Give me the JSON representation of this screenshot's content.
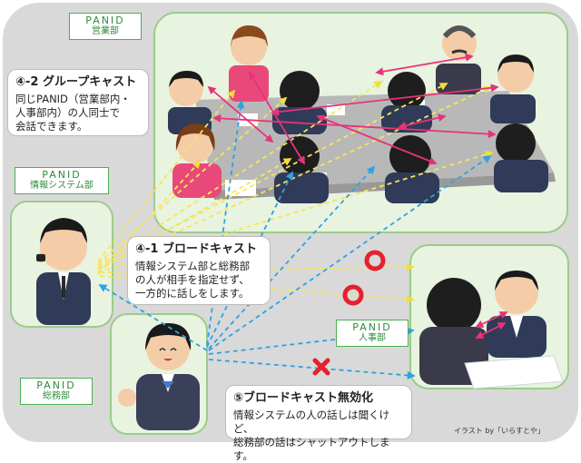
{
  "tags": {
    "sales": {
      "line1": "PANID",
      "line2": "営業部"
    },
    "info": {
      "line1": "PANID",
      "line2": "情報システム部"
    },
    "hr": {
      "line1": "PANID",
      "line2": "人事部"
    },
    "general": {
      "line1": "PANID",
      "line2": "総務部"
    }
  },
  "callouts": {
    "group": {
      "heading": "④-2 グループキャスト",
      "body": "同じPANID（営業部内・\n人事部内）の人同士で\n会話できます。"
    },
    "broadcast": {
      "heading": "④-1 ブロードキャスト",
      "body": "情報システム部と総務部\nの人が相手を指定せず、\n一方的に話しをします。"
    },
    "disabled": {
      "heading": "⑤ブロードキャスト無効化",
      "body": "情報システムの人の話しは聞くけど、\n総務部の話はシャットアウトします。"
    }
  },
  "credit": "イラスト by「いらすとや」",
  "colors": {
    "outer_bg": "#d9d9d9",
    "panel_bg": "#e8f3e0",
    "panel_border": "#9ccc8a",
    "yellow_arrow": "#f5e65a",
    "blue_arrow": "#2ea3e0",
    "pink_arrow": "#e6337a",
    "ok_ring": "#e6202f",
    "block_x": "#e6202f"
  }
}
